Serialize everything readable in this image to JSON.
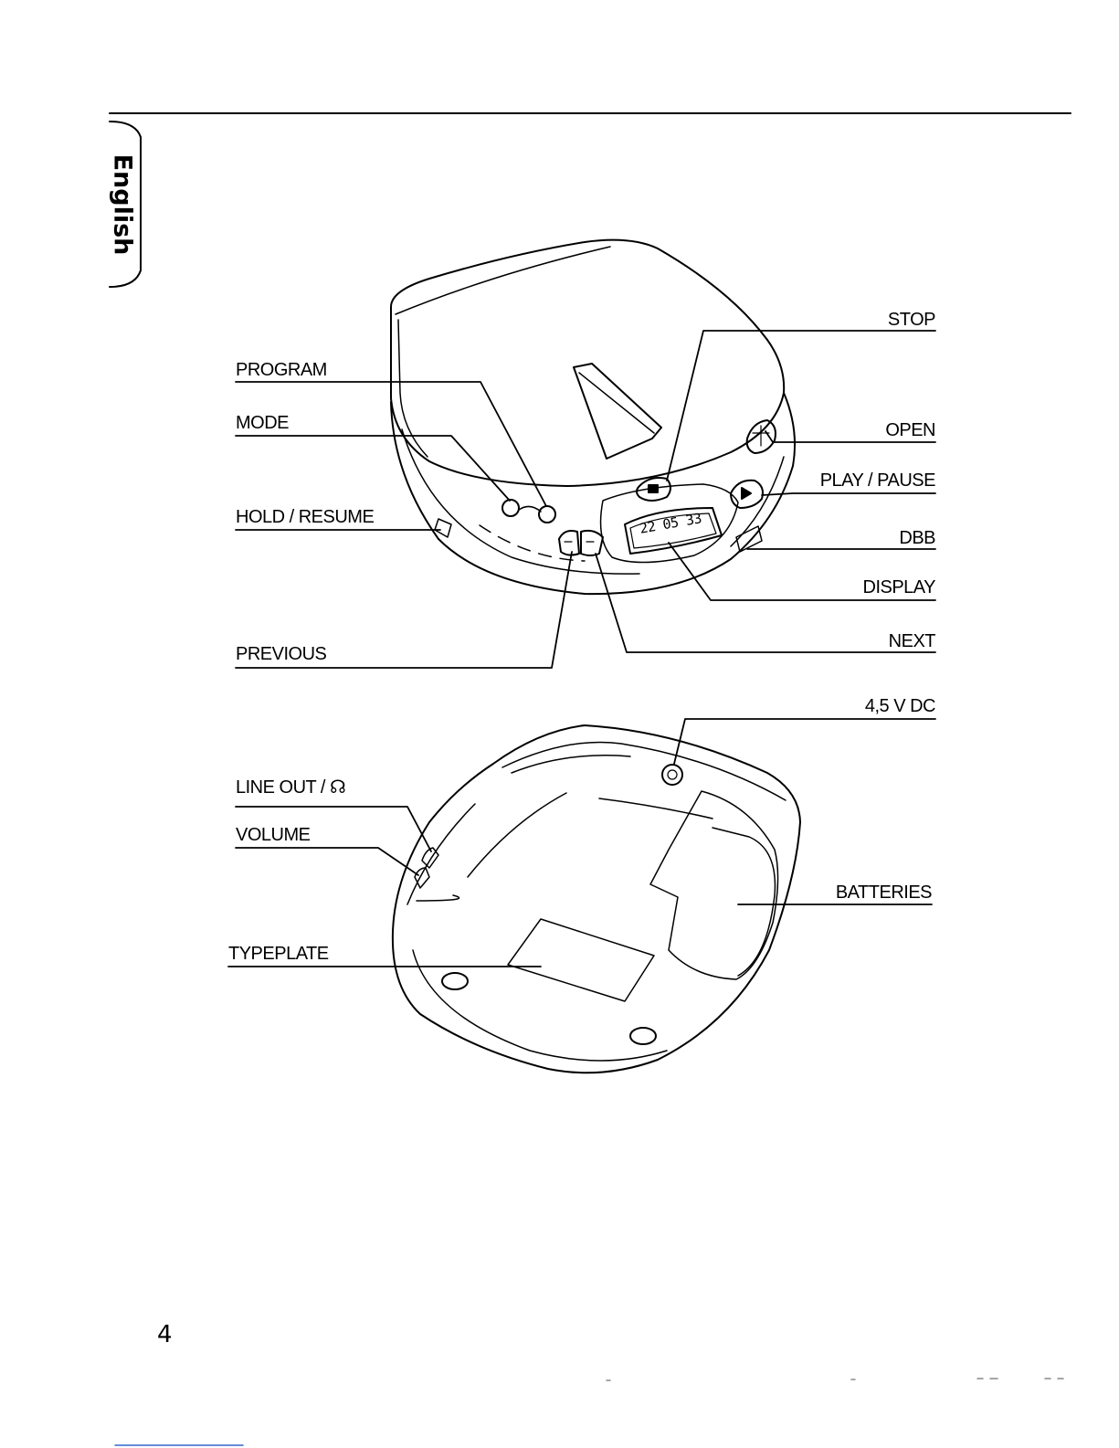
{
  "language_tab": "English",
  "page_number": "4",
  "labels": {
    "stop": "STOP",
    "program": "PROGRAM",
    "mode": "MODE",
    "open": "OPEN",
    "play_pause": "PLAY / PAUSE",
    "hold_resume": "HOLD / RESUME",
    "dbb": "DBB",
    "display": "DISPLAY",
    "previous": "PREVIOUS",
    "next": "NEXT",
    "dc_in": "4,5 V DC",
    "line_out": "LINE OUT / ☊",
    "volume": "VOLUME",
    "batteries": "BATTERIES",
    "typeplate": "TYPEPLATE"
  },
  "lcd_readout": "22 05 33",
  "icons": [
    "headphone-icon",
    "stop-icon",
    "play-pause-icon",
    "open-icon",
    "previous-icon",
    "next-icon"
  ]
}
